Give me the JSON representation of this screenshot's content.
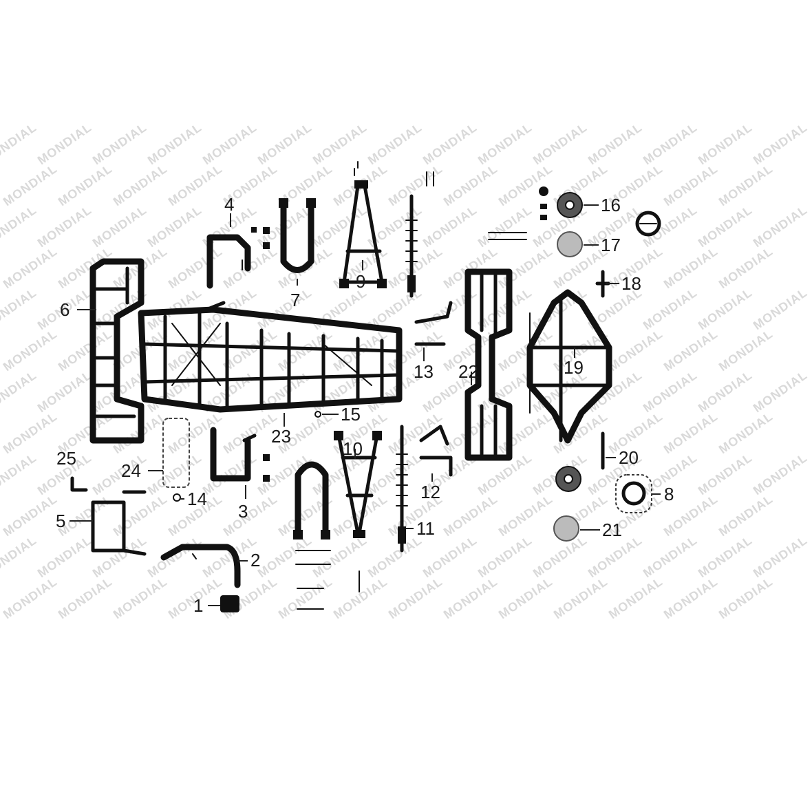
{
  "watermark": {
    "text": "MONDIAL"
  },
  "callouts": [
    {
      "id": "1",
      "label": "1"
    },
    {
      "id": "2",
      "label": "2"
    },
    {
      "id": "3",
      "label": "3"
    },
    {
      "id": "4",
      "label": "4"
    },
    {
      "id": "5",
      "label": "5"
    },
    {
      "id": "6",
      "label": "6"
    },
    {
      "id": "7",
      "label": "7"
    },
    {
      "id": "8",
      "label": "8"
    },
    {
      "id": "9",
      "label": "9"
    },
    {
      "id": "10",
      "label": "10"
    },
    {
      "id": "11",
      "label": "11"
    },
    {
      "id": "12",
      "label": "12"
    },
    {
      "id": "13",
      "label": "13"
    },
    {
      "id": "14",
      "label": "14"
    },
    {
      "id": "15",
      "label": "15"
    },
    {
      "id": "16",
      "label": "16"
    },
    {
      "id": "17",
      "label": "17"
    },
    {
      "id": "18",
      "label": "18"
    },
    {
      "id": "19",
      "label": "19"
    },
    {
      "id": "20",
      "label": "20"
    },
    {
      "id": "21",
      "label": "21"
    },
    {
      "id": "22",
      "label": "22"
    },
    {
      "id": "23",
      "label": "23"
    },
    {
      "id": "24",
      "label": "24"
    },
    {
      "id": "25",
      "label": "25"
    }
  ]
}
